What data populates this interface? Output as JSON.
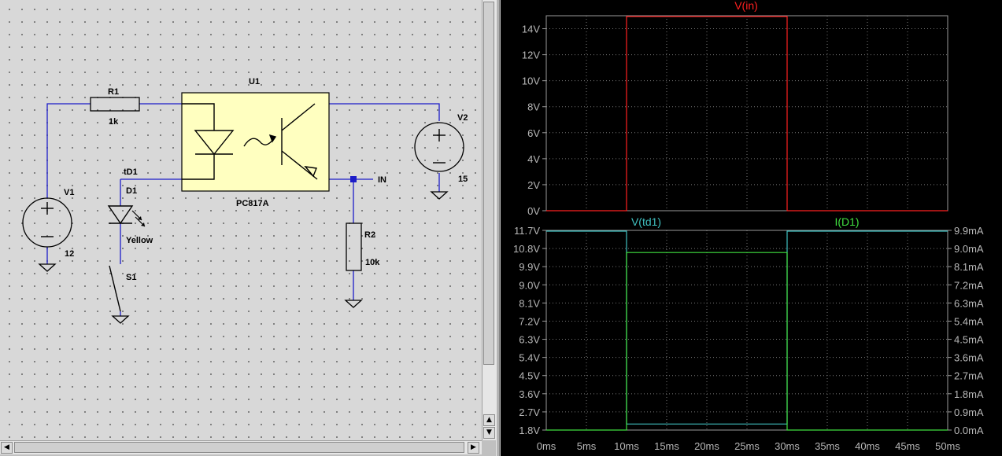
{
  "schematic": {
    "components": {
      "r1": {
        "ref": "R1",
        "value": "1k"
      },
      "u1": {
        "ref": "U1",
        "value": "PC817A"
      },
      "v2": {
        "ref": "V2",
        "value": "15"
      },
      "v1": {
        "ref": "V1",
        "value": "12"
      },
      "d1": {
        "ref": "D1",
        "value": "Yellow"
      },
      "s1": {
        "ref": "S1"
      },
      "r2": {
        "ref": "R2",
        "value": "10k"
      }
    },
    "nets": {
      "td1": "tD1",
      "in": "IN"
    }
  },
  "scrollbars": {
    "up": "▲",
    "down": "▼",
    "left": "◀",
    "right": "▶"
  },
  "waveform": {
    "top_pane": {
      "trace_name": "V(in)",
      "trace_color": "#ff2020",
      "y_ticks": [
        "14V",
        "12V",
        "10V",
        "8V",
        "6V",
        "4V",
        "2V",
        "0V"
      ]
    },
    "bottom_pane": {
      "left_trace_name": "V(td1)",
      "left_trace_color": "#40c0c0",
      "right_trace_name": "I(D1)",
      "right_trace_color": "#40e040",
      "y_left_ticks": [
        "11.7V",
        "10.8V",
        "9.9V",
        "9.0V",
        "8.1V",
        "7.2V",
        "6.3V",
        "5.4V",
        "4.5V",
        "3.6V",
        "2.7V",
        "1.8V"
      ],
      "y_right_ticks": [
        "9.9mA",
        "9.0mA",
        "8.1mA",
        "7.2mA",
        "6.3mA",
        "5.4mA",
        "4.5mA",
        "3.6mA",
        "2.7mA",
        "1.8mA",
        "0.9mA",
        "0.0mA"
      ]
    },
    "x_ticks": [
      "0ms",
      "5ms",
      "10ms",
      "15ms",
      "20ms",
      "25ms",
      "30ms",
      "35ms",
      "40ms",
      "45ms",
      "50ms"
    ]
  },
  "chart_data": [
    {
      "type": "line",
      "ylim": [
        0,
        15
      ],
      "xlim": [
        0,
        50
      ],
      "series": [
        {
          "name": "V(in)",
          "x": [
            0,
            10,
            10,
            30,
            30,
            50
          ],
          "y": [
            0,
            0,
            15,
            15,
            0,
            0
          ]
        }
      ]
    },
    {
      "type": "line",
      "xlim": [
        0,
        50
      ],
      "ylim": [
        1.8,
        11.7
      ],
      "y2lim": [
        0,
        9.9
      ],
      "series": [
        {
          "name": "V(td1)",
          "axis": "left",
          "x": [
            0,
            10,
            10,
            30,
            30,
            50
          ],
          "y": [
            11.8,
            11.8,
            2.1,
            2.1,
            11.8,
            11.8
          ]
        },
        {
          "name": "I(D1)",
          "axis": "right",
          "x": [
            0,
            10,
            10,
            30,
            30,
            50
          ],
          "y": [
            0,
            0,
            8.8,
            8.8,
            0,
            0
          ]
        }
      ]
    }
  ]
}
